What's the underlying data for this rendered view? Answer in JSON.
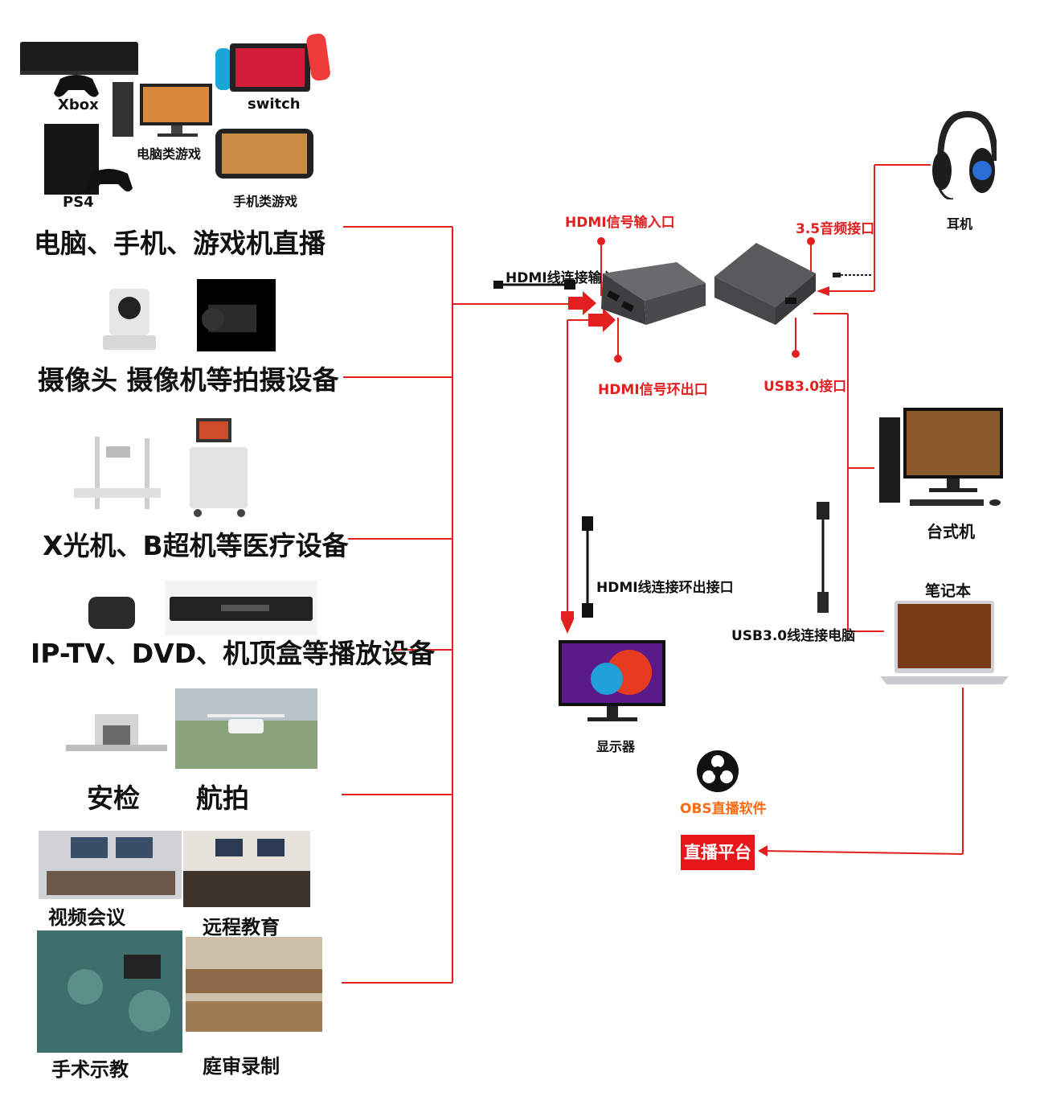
{
  "sources": {
    "xbox": "Xbox",
    "switch": "switch",
    "pc_games": "电脑类游戏",
    "ps4": "PS4",
    "mobile_games": "手机类游戏",
    "group1": "电脑、手机、游戏机直播",
    "group2": "摄像头 摄像机等拍摄设备",
    "group3": "X光机、B超机等医疗设备",
    "group4": "IP-TV、DVD、机顶盒等播放设备",
    "security": "安检",
    "aerial": "航拍",
    "video_conf": "视频会议",
    "remote_edu": "远程教育",
    "surgery": "手术示教",
    "court": "庭审录制"
  },
  "device": {
    "hdmi_in": "HDMI信号输入口",
    "hdmi_cable_in": "HDMI线连接输入口",
    "hdmi_loop": "HDMI信号环出口",
    "audio": "3.5音频接口",
    "usb": "USB3.0接口"
  },
  "outputs": {
    "headphone": "耳机",
    "desktop": "台式机",
    "laptop": "笔记本",
    "hdmi_loop_cable": "HDMI线连接环出接口",
    "usb_cable": "USB3.0线连接电脑",
    "monitor": "显示器",
    "obs": "OBS直播软件",
    "live_platform": "直播平台"
  },
  "colors": {
    "wire": "#e32020",
    "accent_orange": "#ff6a13",
    "device": "#4a4a4c"
  }
}
